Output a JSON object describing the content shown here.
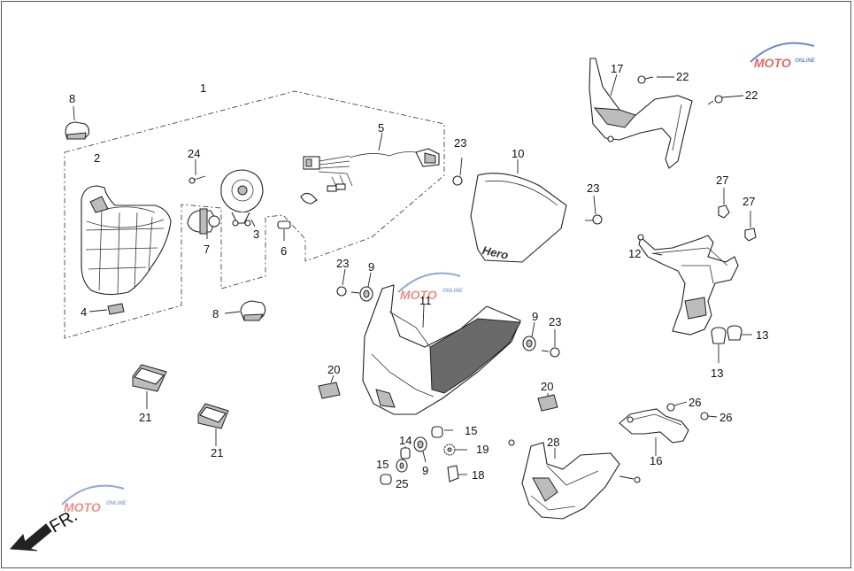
{
  "callouts": [
    {
      "id": "c1",
      "text": "1"
    },
    {
      "id": "c2",
      "text": "2"
    },
    {
      "id": "c3",
      "text": "3"
    },
    {
      "id": "c4",
      "text": "4"
    },
    {
      "id": "c5",
      "text": "5"
    },
    {
      "id": "c6",
      "text": "6"
    },
    {
      "id": "c7",
      "text": "7"
    },
    {
      "id": "c8a",
      "text": "8"
    },
    {
      "id": "c8b",
      "text": "8"
    },
    {
      "id": "c9a",
      "text": "9"
    },
    {
      "id": "c9b",
      "text": "9"
    },
    {
      "id": "c9c",
      "text": "9"
    },
    {
      "id": "c10",
      "text": "10"
    },
    {
      "id": "c11",
      "text": "11"
    },
    {
      "id": "c12",
      "text": "12"
    },
    {
      "id": "c13a",
      "text": "13"
    },
    {
      "id": "c13b",
      "text": "13"
    },
    {
      "id": "c14",
      "text": "14"
    },
    {
      "id": "c15a",
      "text": "15"
    },
    {
      "id": "c15b",
      "text": "15"
    },
    {
      "id": "c16",
      "text": "16"
    },
    {
      "id": "c17",
      "text": "17"
    },
    {
      "id": "c18",
      "text": "18"
    },
    {
      "id": "c19",
      "text": "19"
    },
    {
      "id": "c20a",
      "text": "20"
    },
    {
      "id": "c20b",
      "text": "20"
    },
    {
      "id": "c21a",
      "text": "21"
    },
    {
      "id": "c21b",
      "text": "21"
    },
    {
      "id": "c22a",
      "text": "22"
    },
    {
      "id": "c22b",
      "text": "22"
    },
    {
      "id": "c23a",
      "text": "23"
    },
    {
      "id": "c23b",
      "text": "23"
    },
    {
      "id": "c23c",
      "text": "23"
    },
    {
      "id": "c23d",
      "text": "23"
    },
    {
      "id": "c24",
      "text": "24"
    },
    {
      "id": "c25",
      "text": "25"
    },
    {
      "id": "c26a",
      "text": "26"
    },
    {
      "id": "c26b",
      "text": "26"
    },
    {
      "id": "c27a",
      "text": "27"
    },
    {
      "id": "c27b",
      "text": "27"
    },
    {
      "id": "c28",
      "text": "28"
    }
  ],
  "direction_label": "FR.",
  "visor_brand": "Hero",
  "watermark": {
    "letters": "MOTO",
    "tagline": "ONLINE"
  },
  "colors": {
    "line": "#222222",
    "shade": "#bcbcbc",
    "dark": "#6a6a6a",
    "watermark_red": "#d9342b",
    "watermark_blue": "#3a5fb5"
  }
}
